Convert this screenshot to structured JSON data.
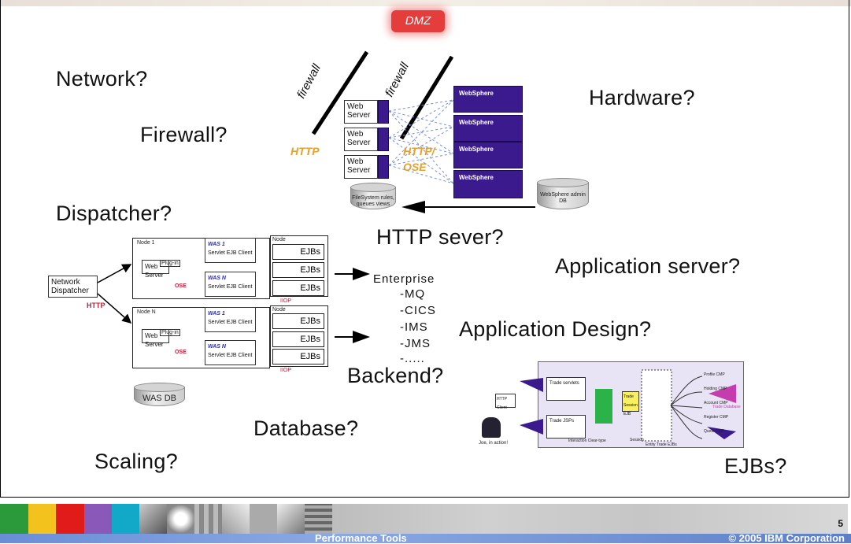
{
  "questions": {
    "network": "Network?",
    "firewall": "Firewall?",
    "dispatcher": "Dispatcher?",
    "hardware": "Hardware?",
    "http_server": "HTTP sever?",
    "app_server": "Application server?",
    "app_design": "Application Design?",
    "backend": "Backend?",
    "database": "Database?",
    "scaling": "Scaling?",
    "ejbs": "EJBs?"
  },
  "dmz": {
    "label": "DMZ",
    "firewall1": "firewall",
    "firewall2": "firewall",
    "web_server_label": "Web Server",
    "websphere": [
      "WebSphere",
      "WebSphere",
      "WebSphere",
      "WebSphere"
    ],
    "http_label": "HTTP",
    "http_ose_label": "HTTP/ OSE",
    "filesystem_label": "FileSystem rules, queues views",
    "admin_db_label": "WebSphere admin DB"
  },
  "topology": {
    "network_dispatcher": "Network Dispatcher",
    "http": "HTTP",
    "node1": "Node 1",
    "nodeN": "Node N",
    "web_server": "Web Server",
    "plugin": "Plug-in",
    "ose": "OSE",
    "was1": "WAS 1",
    "wasN": "WAS N",
    "servlet": "Servlet",
    "ejb_client": "EJB Client",
    "node": "Node",
    "ejbs": "EJBs",
    "iiop": "IIOP",
    "was_db": "WAS DB"
  },
  "enterprise": {
    "title": "Enterprise",
    "items": [
      "-MQ",
      "-CICS",
      "-IMS",
      "-JMS",
      "-....."
    ]
  },
  "ejb_diagram": {
    "http_client": "HTTP Client",
    "user": "Joe, in action!",
    "trade_servlets": "Trade servlets",
    "trade_jsps": "Trade JSPs",
    "trade_session": "Trade Session EJB",
    "entities": [
      "Profile CMP",
      "Holding CMP",
      "Account CMP",
      "Register CMP",
      "Quote CMP"
    ],
    "trade_db": "Trade Database",
    "beans": "Entity Trade EJBs",
    "session": "Session",
    "interact": "Interaction Clear-type"
  },
  "footer": {
    "title": "Performance Tools",
    "copyright": "© 2005 IBM Corporation",
    "page": "5",
    "tile_colors": [
      "#2a9a3a",
      "#f4c21c",
      "#e11a1a",
      "#8a58b8",
      "#12a8c8"
    ]
  }
}
